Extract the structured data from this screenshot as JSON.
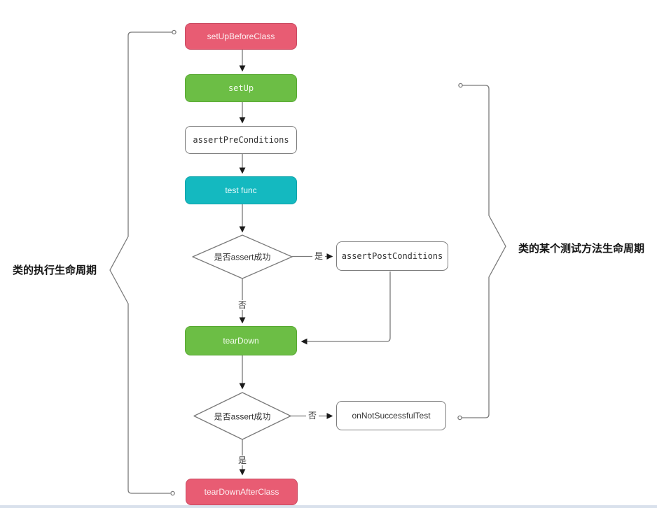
{
  "diagram": {
    "title_context": "test lifecycle flowchart",
    "nodes": {
      "setup_before_class": "setUpBeforeClass",
      "setup": "setUp",
      "assert_pre_conditions": "assertPreConditions",
      "test_func": "test func",
      "decision1": "是否assert成功",
      "assert_post_conditions": "assertPostConditions",
      "tear_down": "tearDown",
      "decision2": "是否assert成功",
      "on_not_successful_test": "onNotSuccessfulTest",
      "tear_down_after_class": "tearDownAfterClass"
    },
    "edge_labels": {
      "d1_yes": "是",
      "d1_no": "否",
      "d2_no": "否",
      "d2_yes": "是"
    },
    "side_labels": {
      "left": "类的执行生命周期",
      "right": "类的某个测试方法生命周期"
    },
    "colors": {
      "node_pink": "#e85c73",
      "node_green": "#6cbe45",
      "node_cyan": "#14b9c0",
      "node_white": "#ffffff",
      "node_gray_border": "#7d7d7d",
      "wire_gray": "#7a7a7a",
      "arrowhead_black": "#1a1a1a",
      "bottom_band": "#d9e1ec"
    }
  }
}
